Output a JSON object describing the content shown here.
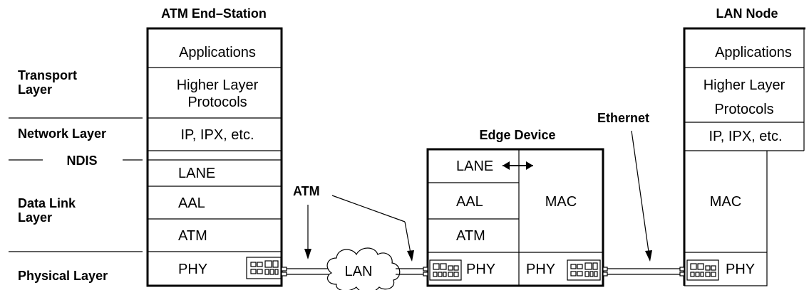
{
  "titles": {
    "atm_end_station": "ATM End–Station",
    "lan_node": "LAN Node",
    "edge_device": "Edge Device"
  },
  "layers": {
    "transport": [
      "Transport",
      "Layer"
    ],
    "network": "Network Layer",
    "ndis": "NDIS",
    "data_link": [
      "Data Link",
      "Layer"
    ],
    "physical": "Physical Layer"
  },
  "atm_station": {
    "applications": "Applications",
    "higher_layer": [
      "Higher Layer",
      "Protocols"
    ],
    "ip": "IP, IPX, etc.",
    "lane": "LANE",
    "aal": "AAL",
    "atm": "ATM",
    "phy": "PHY"
  },
  "edge": {
    "lane": "LANE",
    "aal": "AAL",
    "atm": "ATM",
    "mac": "MAC",
    "phy_left": "PHY",
    "phy_right": "PHY"
  },
  "lan_node": {
    "applications": "Applications",
    "higher_layer": [
      "Higher Layer",
      "Protocols"
    ],
    "ip": "IP, IPX, etc.",
    "mac": "MAC",
    "phy": "PHY"
  },
  "links": {
    "atm": "ATM",
    "lan_cloud": "LAN",
    "ethernet": "Ethernet"
  }
}
